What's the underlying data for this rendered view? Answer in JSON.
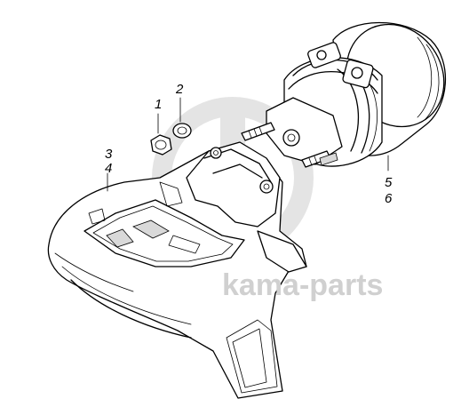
{
  "watermark": {
    "text": "kama-parts",
    "color": "#d0d0d0"
  },
  "callouts": [
    {
      "id": "1",
      "label": "1"
    },
    {
      "id": "2",
      "label": "2"
    },
    {
      "id": "3",
      "label": "3"
    },
    {
      "id": "4",
      "label": "4"
    },
    {
      "id": "5",
      "label": "5"
    },
    {
      "id": "6",
      "label": "6"
    }
  ],
  "parts": {
    "nut": "nut-part",
    "washer": "washer-part",
    "caliper": "brake-caliper-part",
    "chamber": "brake-chamber-part"
  }
}
